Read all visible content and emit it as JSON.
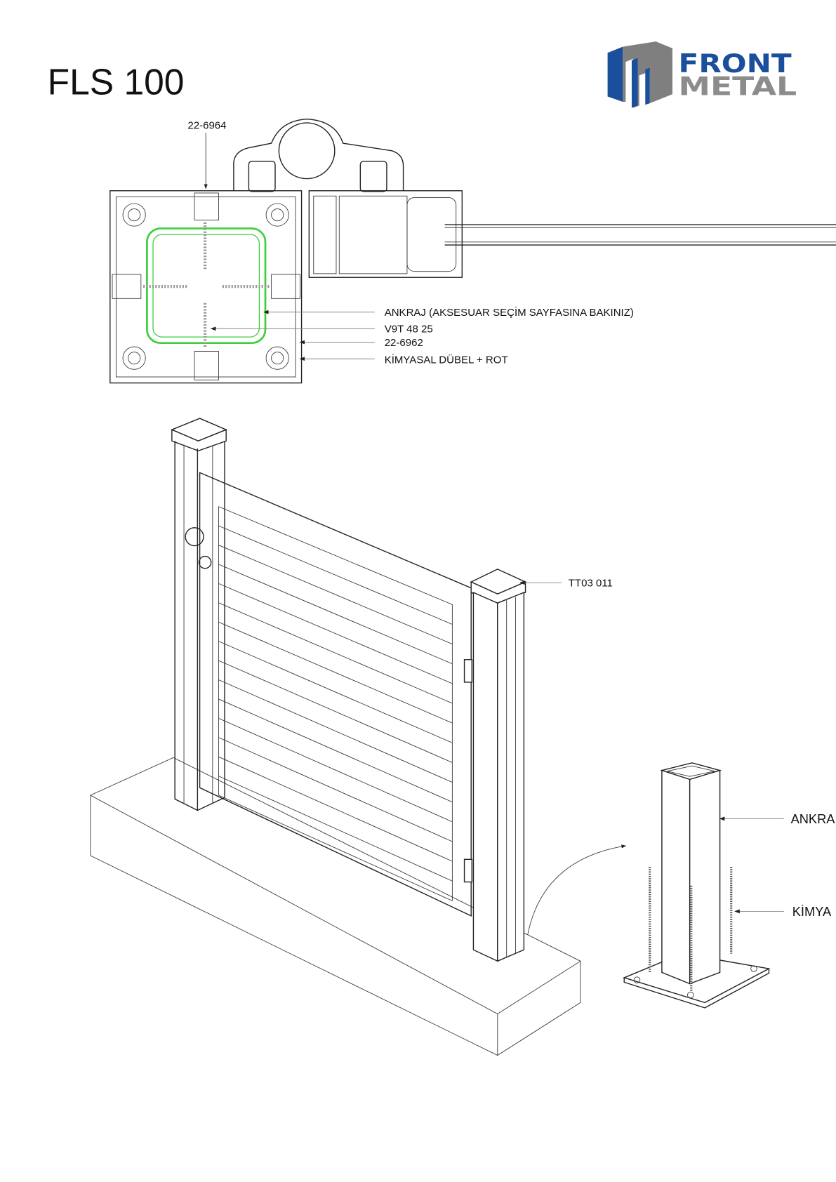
{
  "title": "FLS 100",
  "logo": {
    "line1": "FRONT",
    "line2": "METAL",
    "blue": "#1a4f9c",
    "gray": "#8c8c8c"
  },
  "section_labels": {
    "top_part": "22-6964",
    "ankraj": "ANKRAJ (AKSESUAR SEÇİM SAYFASINA BAKINIZ)",
    "screw": "V9T 48 25",
    "profile": "22-6962",
    "dowel": "KİMYASAL DÜBEL + ROT"
  },
  "gate_labels": {
    "cap": "TT03 011"
  },
  "detail_labels": {
    "ankraj": "ANKRA",
    "dowel": "KİMYA"
  },
  "colors": {
    "anchor_outline": "#3ccf3c"
  }
}
